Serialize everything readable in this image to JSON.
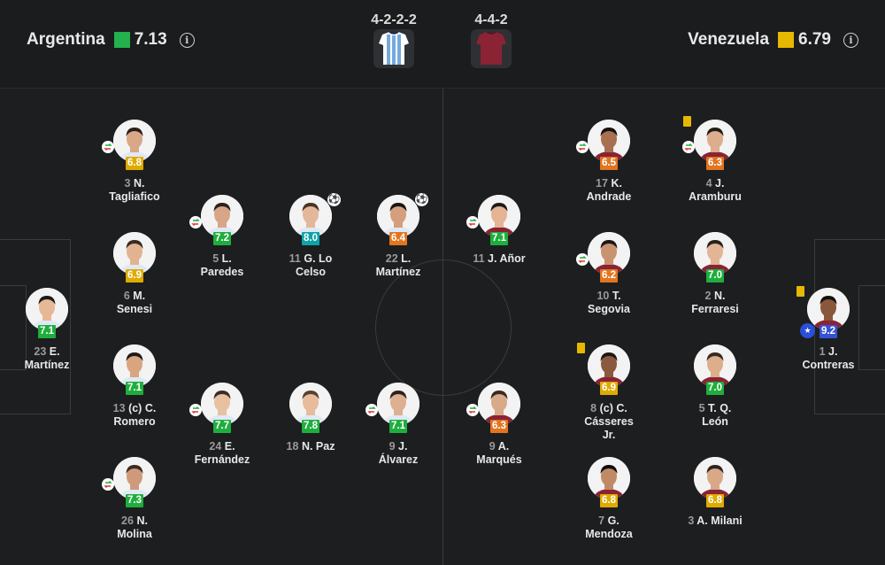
{
  "home": {
    "name": "Argentina",
    "rating": "7.13",
    "rating_color": "#22b14c",
    "formation": "4-2-2-2"
  },
  "away": {
    "name": "Venezuela",
    "rating": "6.79",
    "rating_color": "#e6b800",
    "formation": "4-4-2"
  },
  "info_glyph": "i",
  "colors": {
    "green": "#1fae3d",
    "yellow": "#dfab00",
    "orange": "#e2751f",
    "teal": "#0fa3a8",
    "blue": "#3552d6"
  },
  "players": [
    {
      "num": "3",
      "name": "N.",
      "name2": "Tagliafico",
      "rating": "6.8",
      "color": "yellow",
      "sub": true
    },
    {
      "num": "6",
      "name": "M.",
      "name2": "Senesi",
      "rating": "6.9",
      "color": "yellow"
    },
    {
      "num": "23",
      "name": "E.",
      "name2": "Martínez",
      "rating": "7.1",
      "color": "green"
    },
    {
      "num": "13",
      "name": "(c) C.",
      "name2": "Romero",
      "rating": "7.1",
      "color": "green"
    },
    {
      "num": "26",
      "name": "N.",
      "name2": "Molina",
      "rating": "7.3",
      "color": "green",
      "sub": true
    },
    {
      "num": "5",
      "name": "L.",
      "name2": "Paredes",
      "rating": "7.2",
      "color": "green",
      "sub": true
    },
    {
      "num": "11",
      "name": "G. Lo",
      "name2": "Celso",
      "rating": "8.0",
      "color": "teal",
      "goal": true,
      "goal_glyph": "⚽"
    },
    {
      "num": "22",
      "name": "L.",
      "name2": "Martínez",
      "rating": "6.4",
      "color": "orange",
      "goal": true,
      "goal_glyph": "⚽"
    },
    {
      "num": "24",
      "name": "E.",
      "name2": "Fernández",
      "rating": "7.7",
      "color": "green",
      "sub": true
    },
    {
      "num": "18",
      "name": "N. Paz",
      "name2": "",
      "rating": "7.8",
      "color": "green"
    },
    {
      "num": "9",
      "name": "J.",
      "name2": "Álvarez",
      "rating": "7.1",
      "color": "green",
      "sub": true
    },
    {
      "num": "11",
      "name": "J. Añor",
      "name2": "",
      "rating": "7.1",
      "color": "green",
      "sub": true
    },
    {
      "num": "9",
      "name": "A.",
      "name2": "Marqués",
      "rating": "6.3",
      "color": "orange",
      "sub": true
    },
    {
      "num": "17",
      "name": "K.",
      "name2": "Andrade",
      "rating": "6.5",
      "color": "orange",
      "sub": true
    },
    {
      "num": "10",
      "name": "T.",
      "name2": "Segovia",
      "rating": "6.2",
      "color": "orange",
      "sub": true
    },
    {
      "num": "8",
      "name": "(c) C.",
      "name2": "Cásseres",
      "name3": "Jr.",
      "rating": "6.9",
      "color": "yellow",
      "ycard": true
    },
    {
      "num": "7",
      "name": "G.",
      "name2": "Mendoza",
      "rating": "6.8",
      "color": "yellow"
    },
    {
      "num": "4",
      "name": "J.",
      "name2": "Aramburu",
      "rating": "6.3",
      "color": "orange",
      "sub": true,
      "ycard": true
    },
    {
      "num": "2",
      "name": "N.",
      "name2": "Ferraresi",
      "rating": "7.0",
      "color": "green"
    },
    {
      "num": "5",
      "name": "T. Q.",
      "name2": "León",
      "rating": "7.0",
      "color": "green"
    },
    {
      "num": "3",
      "name": "A. Milani",
      "name2": "",
      "rating": "6.8",
      "color": "yellow"
    },
    {
      "num": "1",
      "name": "J.",
      "name2": "Contreras",
      "rating": "9.2",
      "color": "blue",
      "ycard": true,
      "potm": true,
      "potm_glyph": "★"
    }
  ]
}
